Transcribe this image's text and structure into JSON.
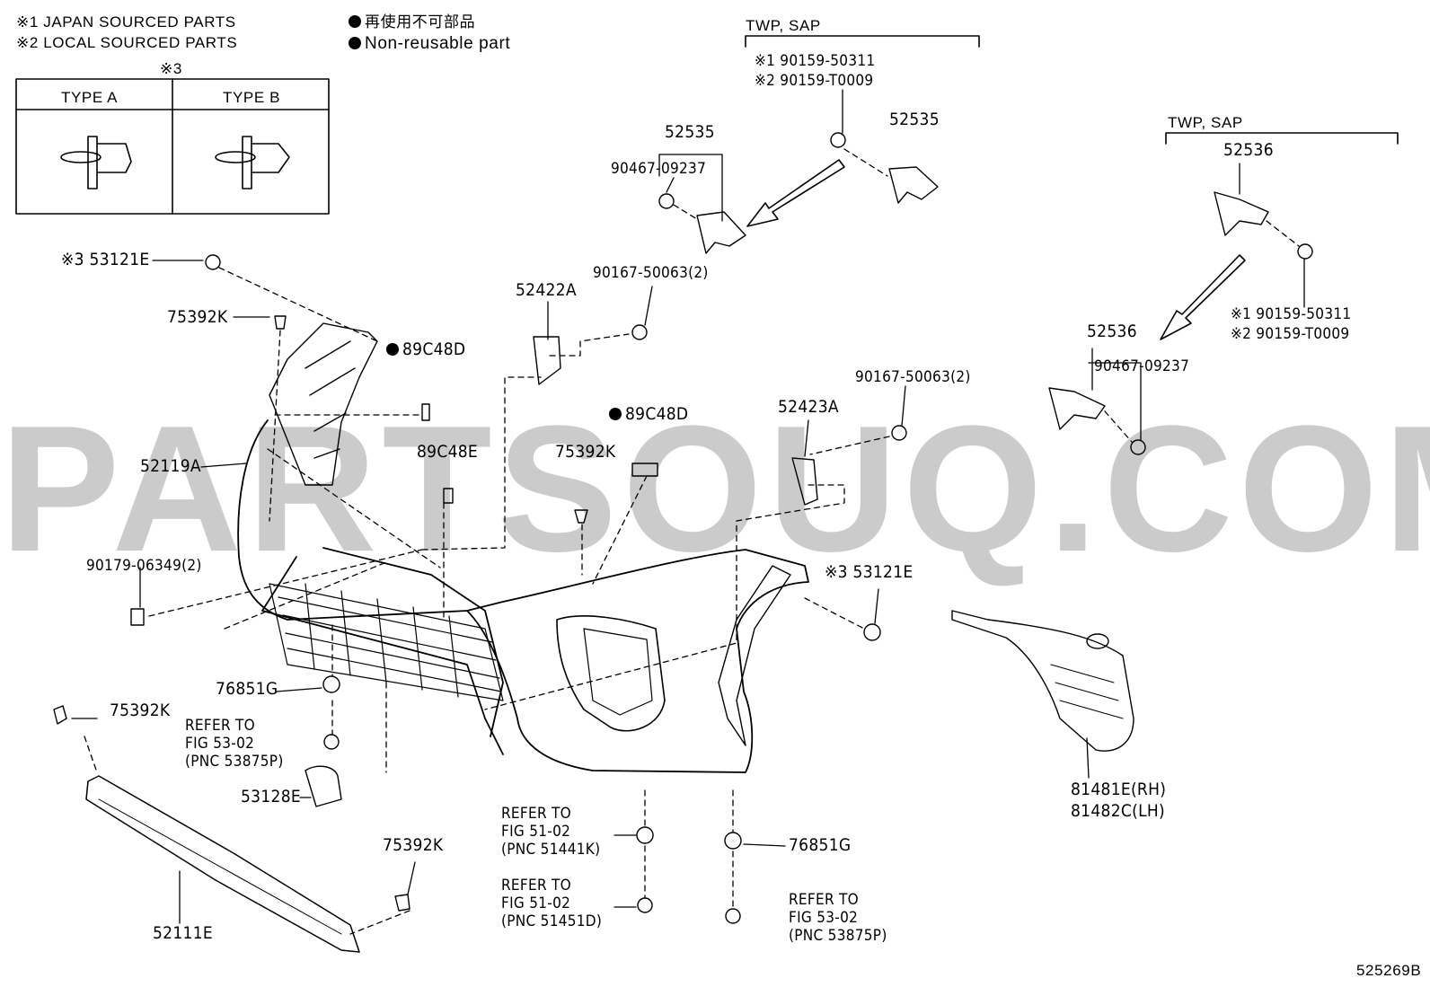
{
  "legend": {
    "japan_sourced": "※1 JAPAN SOURCED PARTS",
    "local_sourced": "※2 LOCAL SOURCED PARTS",
    "non_reusable_jp": "再使用不可部品",
    "non_reusable_en": "Non-reusable part",
    "type_table_mark": "※3",
    "type_a": "TYPE A",
    "type_b": "TYPE B"
  },
  "watermark": "PARTSOUQ.COM",
  "figure_code": "525269B",
  "group_headers": {
    "twp_sap_1": "TWP, SAP",
    "twp_sap_2": "TWP, SAP"
  },
  "parts": {
    "p53121E_left": "※3 53121E",
    "p75392K_top": "75392K",
    "p89C48D_left": "89C48D",
    "p52119A": "52119A",
    "p89C48E": "89C48E",
    "p90179": "90179-06349(2)",
    "p52422A": "52422A",
    "p90167_a": "90167-50063(2)",
    "p89C48D_mid": "89C48D",
    "p75392K_mid": "75392K",
    "p52535_a": "52535",
    "p90467_a": "90467-09237",
    "p90159_1a": "※1 90159-50311",
    "p90159_2a": "※2 90159-T0009",
    "p52535_b": "52535",
    "p52536_a": "52536",
    "p90159_1b": "※1 90159-50311",
    "p90159_2b": "※2 90159-T0009",
    "p52536_b": "52536",
    "p90467_b": "90467-09237",
    "p90167_b": "90167-50063(2)",
    "p52423A": "52423A",
    "p53121E_right": "※3 53121E",
    "p76851G_left": "76851G",
    "p75392K_bl": "75392K",
    "ref1_l1": "REFER TO",
    "ref1_l2": "FIG 53-02",
    "ref1_l3": "(PNC 53875P)",
    "p53128E": "53128E",
    "p75392K_bm": "75392K",
    "p52111E": "52111E",
    "ref2_l1": "REFER TO",
    "ref2_l2": "FIG 51-02",
    "ref2_l3": "(PNC 51441K)",
    "ref3_l1": "REFER TO",
    "ref3_l2": "FIG 51-02",
    "ref3_l3": "(PNC 51451D)",
    "p76851G_right": "76851G",
    "ref4_l1": "REFER TO",
    "ref4_l2": "FIG 53-02",
    "ref4_l3": "(PNC 53875P)",
    "p81481E": "81481E(RH)",
    "p81482C": "81482C(LH)"
  }
}
